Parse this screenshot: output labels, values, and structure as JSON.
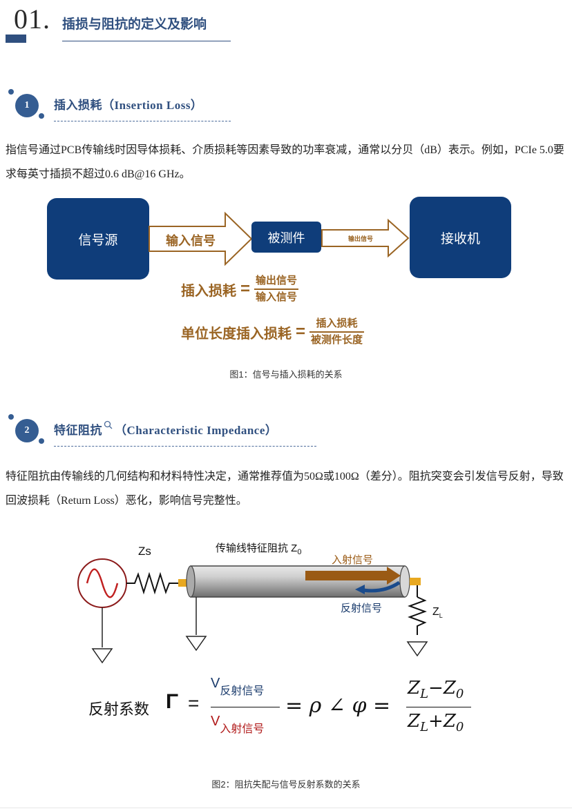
{
  "section": {
    "number": "01.",
    "title": "插损与阻抗的定义及影响"
  },
  "sub1": {
    "number": "1",
    "title_cn": "插入损耗",
    "title_en": "（Insertion Loss）",
    "paragraph": "指信号通过PCB传输线时因导体损耗、介质损耗等因素导致的功率衰减，通常以分贝（dB）表示。例如，PCIe 5.0要求每英寸插损不超过0.6 dB@16 GHz。"
  },
  "fig1": {
    "source": "信号源",
    "input_signal": "输入信号",
    "dut": "被测件",
    "output_signal": "输出信号",
    "receiver": "接收机",
    "f1_left": "插入损耗",
    "f1_num": "输出信号",
    "f1_den": "输入信号",
    "f2_left": "单位长度插入损耗",
    "f2_num": "插入损耗",
    "f2_den": "被测件长度",
    "eq": "=",
    "caption": "图1：信号与插入损耗的关系"
  },
  "sub2": {
    "number": "2",
    "title_cn": "特征阻抗",
    "title_en": "（Characteristic Impedance）",
    "paragraph": "特征阻抗由传输线的几何结构和材料特性决定，通常推荐值为50Ω或100Ω（差分）。阻抗突变会引发信号反射，导致回波损耗（Return Loss）恶化，影响信号完整性。"
  },
  "fig2": {
    "zs": "Zs",
    "line_label": "传输线特征阻抗 Z",
    "line_sub": "0",
    "incident": "入射信号",
    "reflected": "反射信号",
    "zl": "Z",
    "zl_sub": "L",
    "coef_label": "反射系数",
    "gamma": "Γ",
    "v": "V",
    "v_reflect": "反射信号",
    "v_incident": "入射信号",
    "rho_phi": "= ρ ∠ φ =",
    "z": "Z",
    "sub_l": "L",
    "sub_0": "0",
    "minus": "−",
    "plus": "+",
    "caption": "图2：阻抗失配与信号反射系数的关系"
  },
  "colors": {
    "accent": "#2f4f7f",
    "box": "#0f3d7a",
    "formula": "#9a6423",
    "incident": "#9a5a14",
    "reflected": "#1a4b8c"
  },
  "icons": {
    "search": "search-icon"
  }
}
